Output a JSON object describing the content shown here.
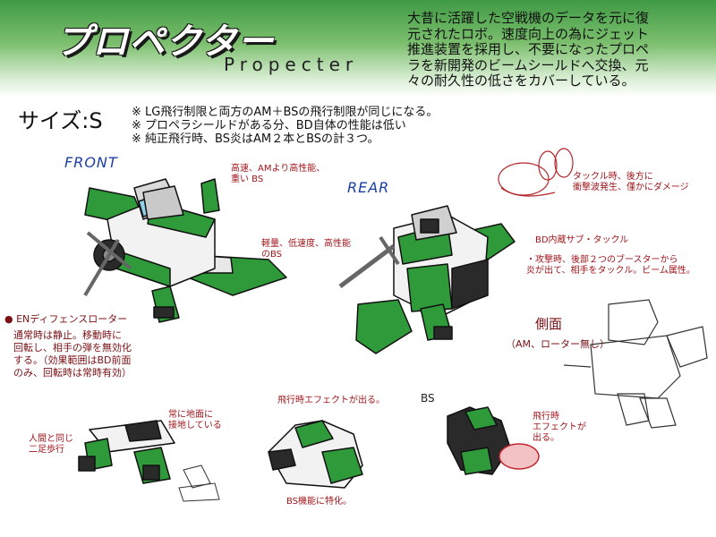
{
  "header": {
    "title_jp": "プロペクター",
    "title_en": "Propecter",
    "description": [
      "大昔に活躍した空戦機のデータを元に復",
      "元されたロボ。速度向上の為にジェット",
      "推進装置を採用し、不要になったプロペ",
      "ラを新開発のビームシールドへ交換、元",
      "々の耐久性の低さをカバーしている。"
    ]
  },
  "size": {
    "label": "サイズ:S"
  },
  "notes": [
    "※ LG飛行制限と両方のAM＋BSの飛行制限が同じになる。",
    "※ プロペラシールドがある分、BD自体の性能は低い",
    "※ 純正飛行時、BS炎はAM２本とBSの計３つ。"
  ],
  "views": {
    "front": "FRONT",
    "rear": "REAR",
    "side": "側面",
    "side_sub": "（AM、ローター無し）",
    "bs": "BS"
  },
  "annotations": {
    "front_top": [
      "高速、AMより高性能、",
      "重い BS"
    ],
    "front_mid": [
      "軽量、低速度、高性能",
      "のBS"
    ],
    "en_title": "● ENディフェンスローター",
    "en_desc": [
      "通常時は静止。移動時に",
      "回転し、相手の弾を無効化",
      "する。（効果範囲はBD前面",
      "のみ、回転時は常時有効）"
    ],
    "rear_bd": [
      "BD内蔵サブ・タックル"
    ],
    "rear_desc": [
      "・攻撃時、後部２つのブースターから",
      "炎が出て、相手をタックル。ビーム属性。"
    ],
    "tackle": [
      "タックル時、後方に",
      "衝撃波発生、僅かにダメージ"
    ],
    "legs_walk": [
      "人間と同じ",
      "二足歩行"
    ],
    "legs_ground": [
      "常に地面に",
      "接地している"
    ],
    "bs_fx": [
      "飛行時エフェクトが出る。"
    ],
    "bs_special": [
      "BS機能に特化。"
    ],
    "fly_fx": [
      "飛行時",
      "エフェクトが",
      "出る。"
    ]
  },
  "colors": {
    "green": "#2f9a3a",
    "dark_green": "#1d6b26",
    "gray": "#8a8a8a",
    "dark": "#2a2a2a",
    "red_annot": "#a0161c",
    "blue_label": "#1c3fa6"
  }
}
